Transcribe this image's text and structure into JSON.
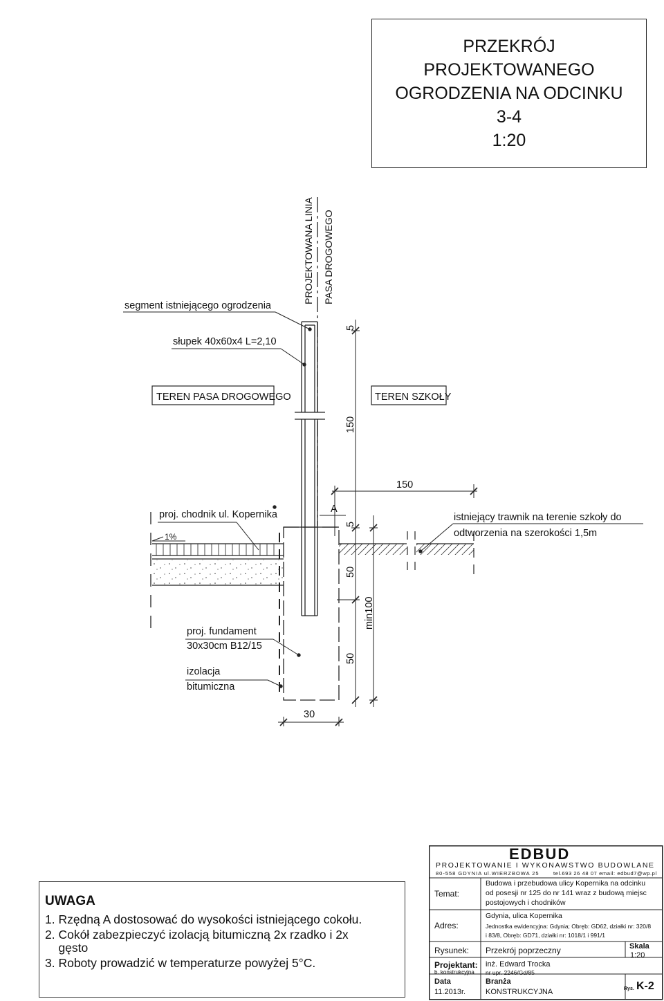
{
  "title_block": {
    "lines": [
      "PRZEKRÓJ",
      "PROJEKTOWANEGO",
      "OGRODZENIA NA ODCINKU",
      "3-4",
      "1:20"
    ]
  },
  "drawing": {
    "boundary_label_1": "PROJEKTOWANA LINIA",
    "boundary_label_2": "PASA DROGOWEGO",
    "fence_segment": "segment istniejącego ogrodzenia",
    "post": "słupek 40x60x4 L=2,10",
    "zone_road": "TEREN PASA DROGOWEGO",
    "zone_school": "TEREN SZKOŁY",
    "sidewalk": "proj. chodnik ul. Kopernika",
    "slope": "1%",
    "point_a": "A",
    "lawn_1": "istniejący trawnik na terenie szkoły do",
    "lawn_2": "odtworzenia na szerokości 1,5m",
    "foundation_1": "proj. fundament",
    "foundation_2": "30x30cm B12/15",
    "insulation_1": "izolacja",
    "insulation_2": "bitumiczna",
    "dims": {
      "top_offset": "5",
      "post_height": "150",
      "width_150": "150",
      "a_offset": "5",
      "upper_50": "50",
      "lower_50": "50",
      "min_depth": "min100",
      "foundation_width": "30"
    }
  },
  "notes": {
    "heading": "UWAGA",
    "items": [
      "1. Rzędną A dostosować do wysokości istniejącego cokołu.",
      "2. Cokół zabezpieczyć izolacją bitumiczną 2x rzadko i 2x",
      "    gęsto",
      "3. Roboty prowadzić w temperaturze powyżej 5°C."
    ]
  },
  "company": {
    "logo": "EDBUD",
    "tagline": "PROJEKTOWANIE I WYKONAWSTWO BUDOWLANE",
    "address": "80-558 GDYNIA  ul.WIERZBOWA 25",
    "contact": "tel.693 26 48 07  email: edbud7@wp.pl"
  },
  "info": {
    "temat_label": "Temat:",
    "temat_1": "Budowa i przebudowa ulicy Kopernika na odcinku",
    "temat_2": "od posesji nr 125 do nr 141 wraz z budową miejsc",
    "temat_3": "postojowych i chodników",
    "adres_label": "Adres:",
    "adres_1": "Gdynia, ulica Kopernika",
    "adres_2": "Jednostka ewidencyjna: Gdynia; Obręb: GD62, działki nr: 320/8",
    "adres_3": "i 83/8, Obręb: GD71, działki nr: 1018/1 i  991/1",
    "rysunek_label": "Rysunek:",
    "rysunek_value": "Przekrój poprzeczny",
    "skala_label": "Skala",
    "skala_value": "1:20",
    "projektant_label": "Projektant:",
    "projektant_sub": "b. konstrukcyjna",
    "projektant_name": "inż. Edward Trocka",
    "projektant_perm": "nr upr. 2246/Gd/85",
    "data_label": "Data",
    "data_value": "11.2013r.",
    "branza_label": "Branża",
    "branza_value": "KONSTRUKCYJNA",
    "rys_label": "Rys.",
    "rys_value": "K-2"
  }
}
